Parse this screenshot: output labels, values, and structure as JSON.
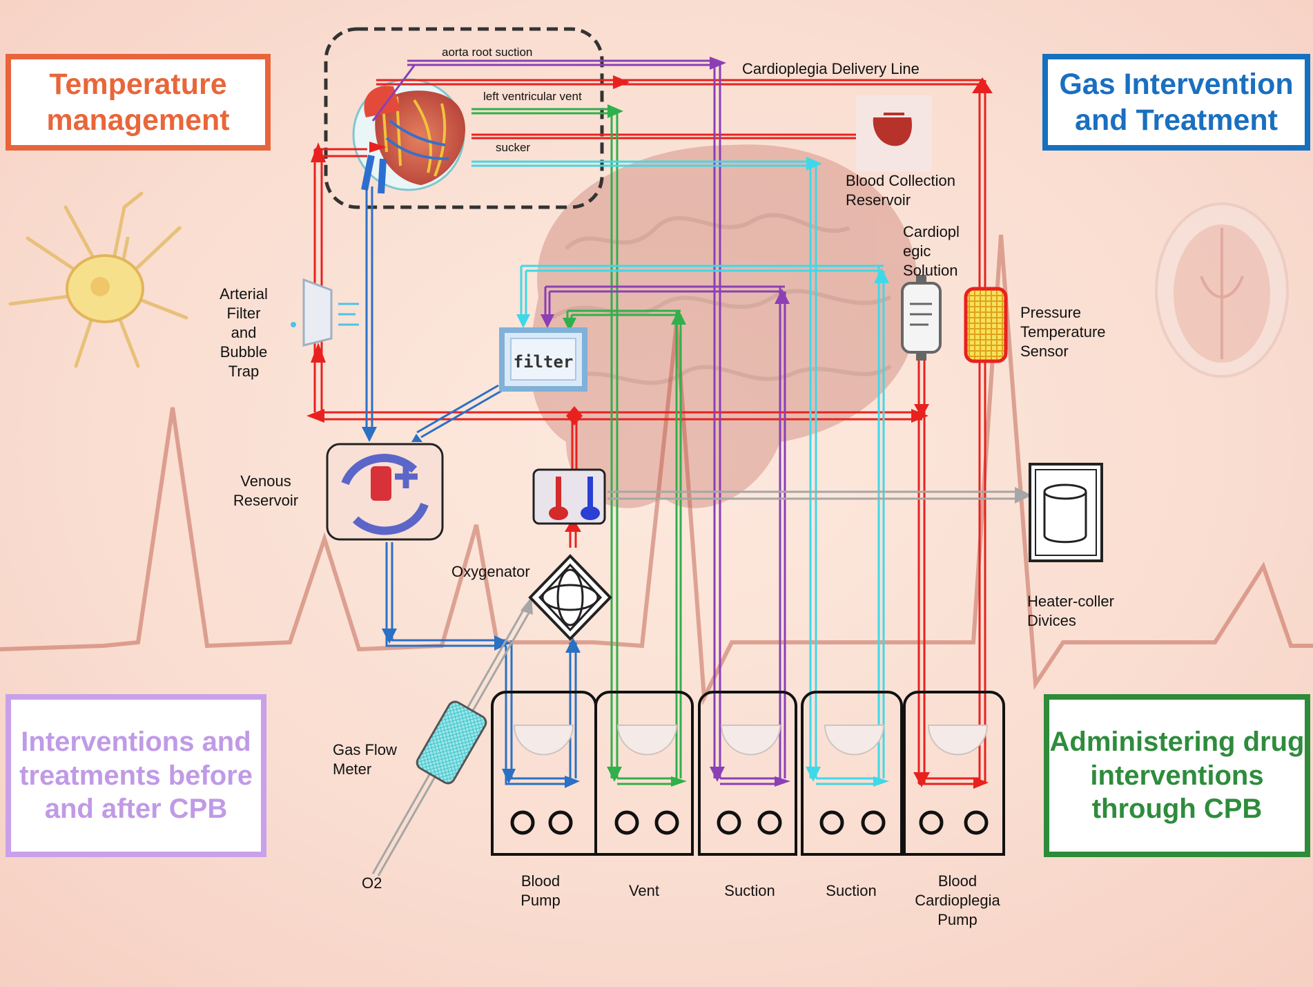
{
  "titles": {
    "temperature": "Temperature management",
    "gas": "Gas Intervention and Treatment",
    "interventions": "Interventions and treatments before and after CPB",
    "drug": "Administering drug interventions through CPB"
  },
  "labels": {
    "aorta_root_suction": "aorta root suction",
    "left_ventricular_vent": "left ventricular vent",
    "sucker": "sucker",
    "cardioplegia_delivery_line": "Cardioplegia Delivery Line",
    "blood_collection_reservoir": [
      "Blood Collection",
      "Reservoir"
    ],
    "cardioplegic_solution": [
      "Cardiopl",
      "egic",
      "Solution"
    ],
    "pressure_temperature_sensor": [
      "Pressure",
      "Temperature",
      "Sensor"
    ],
    "arterial_filter": [
      "Arterial",
      "Filter",
      "and",
      "Bubble",
      "Trap"
    ],
    "filter": "filter",
    "venous_reservoir": [
      "Venous",
      "Reservoir"
    ],
    "oxygenator": "Oxygenator",
    "heater_cooler": [
      "Heater-coller",
      "Divices"
    ],
    "gas_flow_meter": [
      "Gas Flow",
      "Meter"
    ],
    "o2": "O2"
  },
  "pumps": [
    {
      "label": [
        "Blood",
        "Pump"
      ]
    },
    {
      "label": [
        "Vent"
      ]
    },
    {
      "label": [
        "Suction"
      ]
    },
    {
      "label": [
        "Suction"
      ]
    },
    {
      "label": [
        "Blood",
        "Cardioplegia",
        "Pump"
      ]
    }
  ],
  "colors": {
    "arterial": "#e8211f",
    "venous": "#2a70c4",
    "vent": "#2fb04a",
    "aorta_suction": "#8a3fb5",
    "sucker": "#3fd8e8",
    "gas": "#a6a6a6",
    "temperature": "#e8643c",
    "gas_title": "#1670c0",
    "interventions": "#c9a0ea",
    "drug": "#2e8b3a"
  }
}
